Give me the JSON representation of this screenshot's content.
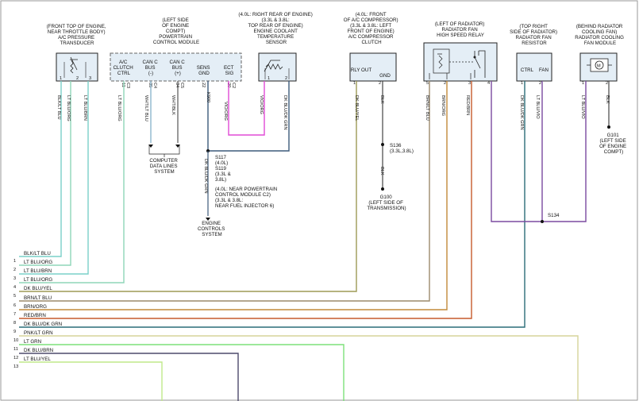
{
  "components": {
    "ac_pressure": [
      "(FRONT TOP OF ENGINE,",
      "NEAR THROTTLE BODY)",
      "A/C PRESSURE",
      "TRANSDUCER"
    ],
    "pcm": [
      "(LEFT SIDE",
      "OF ENGINE",
      "COMPT)",
      "POWERTRAIN",
      "CONTROL MODULE"
    ],
    "coolant_sensor": [
      "(4.0L: RIGHT REAR OF ENGINE)",
      "(3.3L & 3.8L:",
      "TOP REAR OF ENGINE)",
      "ENGINE COOLANT",
      "TEMPERATURE",
      "SENSOR"
    ],
    "ac_clutch": [
      "(4.0L: FRONT",
      "OF A/C COMPRESSOR)",
      "(3.3L & 3.8L: LEFT",
      "FRONT OF ENGINE)",
      "A/C COMPRESSOR",
      "CLUTCH"
    ],
    "relay": [
      "(LEFT OF RADIATOR)",
      "RADIATOR FAN",
      "HIGH SPEED RELAY"
    ],
    "resistor": [
      "(TOP RIGHT",
      "SIDE OF RADIATOR)",
      "RADIATOR FAN",
      "RESISTOR"
    ],
    "fan_module": [
      "(BEHIND RADIATOR",
      "COOLING FAN)",
      "RADIATOR COOLING",
      "FAN MODULE"
    ]
  },
  "pcm_pins": [
    {
      "label": [
        "A/C",
        "CLUTCH",
        "CTRL"
      ],
      "pin": "11",
      "conn": "C3",
      "wire": "LT BLU/ORG"
    },
    {
      "label": [
        "CAN C",
        "BUS",
        "(-)"
      ],
      "pin": "35",
      "conn": "C4",
      "wire": "WHT/LT BLU"
    },
    {
      "label": [
        "CAN C",
        "BUS",
        "(+)"
      ],
      "pin": "34",
      "conn": "C5",
      "wire": "WHT/BLK"
    },
    {
      "label": [
        "SENS",
        "GND"
      ],
      "pin": "22",
      "conn": "",
      "wire": "K900"
    },
    {
      "label": [
        "ECT",
        "SIG"
      ],
      "pin": "20",
      "conn": "C2",
      "wire": "VIO/ORG"
    }
  ],
  "sensor_pin_labels": [
    "1",
    "2",
    "3"
  ],
  "clutch_pins": {
    "out": "RLY OUT",
    "gnd": "GND",
    "p1": "1",
    "p2": "2"
  },
  "resistor_pins": {
    "ctrl": "CTRL",
    "fan": "FAN",
    "p1": "1",
    "p2": "2"
  },
  "relay_pins": [
    "5",
    "2",
    "3",
    "4"
  ],
  "fan_pins": [
    "1",
    "2"
  ],
  "vertical_wires": {
    "ac_pressure": [
      "BLK/LT BLU",
      "LT BLU/ORG",
      "LT BLU/BRN"
    ],
    "coolant": [
      "VIO/ORG",
      "DK BLU/DK GRN"
    ],
    "clutch": [
      "DK BLU/YEL",
      "BLK"
    ],
    "relay": [
      "BRN/LT BLU",
      "BRN/ORG",
      "RED/BRN"
    ],
    "resistor": [
      "DK BLU/DK GRN",
      "LT BLU/VIO"
    ],
    "fan": [
      "LT BLU/VIO",
      "BLK"
    ],
    "pcm_gnd": "DK BLU/DK GRN",
    "s136": "BLK"
  },
  "notes": {
    "data_lines": [
      "COMPUTER",
      "DATA LINES",
      "SYSTEM"
    ],
    "splice": [
      "S117",
      "(4.0L)",
      "S119",
      "(3.3L &",
      "3.8L)",
      "(4.0L: NEAR POWERTRAIN",
      "CONTROL MODULE C2)",
      "(3.3L & 3.8L:",
      "NEAR FUEL INJECTOR 6)"
    ],
    "engine_ctrl": [
      "ENGINE",
      "CONTROLS",
      "SYSTEM"
    ],
    "s136": [
      "S136",
      "(3.3L,3.8L)"
    ],
    "g100": [
      "G100",
      "(LEFT SIDE OF",
      "TRANSMISSION)"
    ],
    "g101": [
      "G101",
      "(LEFT SIDE",
      "OF ENGINE",
      "COMPT)"
    ],
    "s134": "S134"
  },
  "bus_lines": [
    {
      "num": "1",
      "wire": "BLK/LT BLU"
    },
    {
      "num": "2",
      "wire": "LT BLU/ORG"
    },
    {
      "num": "3",
      "wire": "LT BLU/BRN"
    },
    {
      "num": "4",
      "wire": "LT BLU/ORG"
    },
    {
      "num": "5",
      "wire": "DK BLU/YEL"
    },
    {
      "num": "6",
      "wire": "BRN/LT BLU"
    },
    {
      "num": "7",
      "wire": "BRN/ORG"
    },
    {
      "num": "8",
      "wire": "RED/BRN"
    },
    {
      "num": "9",
      "wire": "DK BLU/DK GRN"
    },
    {
      "num": "10",
      "wire": "PNK/LT GRN"
    },
    {
      "num": "11",
      "wire": "LT GRN"
    },
    {
      "num": "12",
      "wire": "DK BLU/BRN"
    },
    {
      "num": "13",
      "wire": "LT BLU/YEL"
    }
  ],
  "colors": {
    "lt_blu": "#7ad0c9",
    "lt_blu_org": "#8fd5b8",
    "dk_blu_yel": "#9d9a55",
    "brn_lt_blu": "#9c8a6c",
    "brn_org": "#c28a3a",
    "red_brn": "#c65a2c",
    "dk_blu_dk_grn": "#2a6d78",
    "pnk_lt_grn": "#d6d49a",
    "lt_grn": "#7de07a",
    "dk_blu_brn": "#4d4a6c",
    "lt_blu_yel": "#c0e98a",
    "vio": "#7b4aa0",
    "vio_org": "#e04ad6",
    "dk_blu": "#3d5a7a"
  }
}
